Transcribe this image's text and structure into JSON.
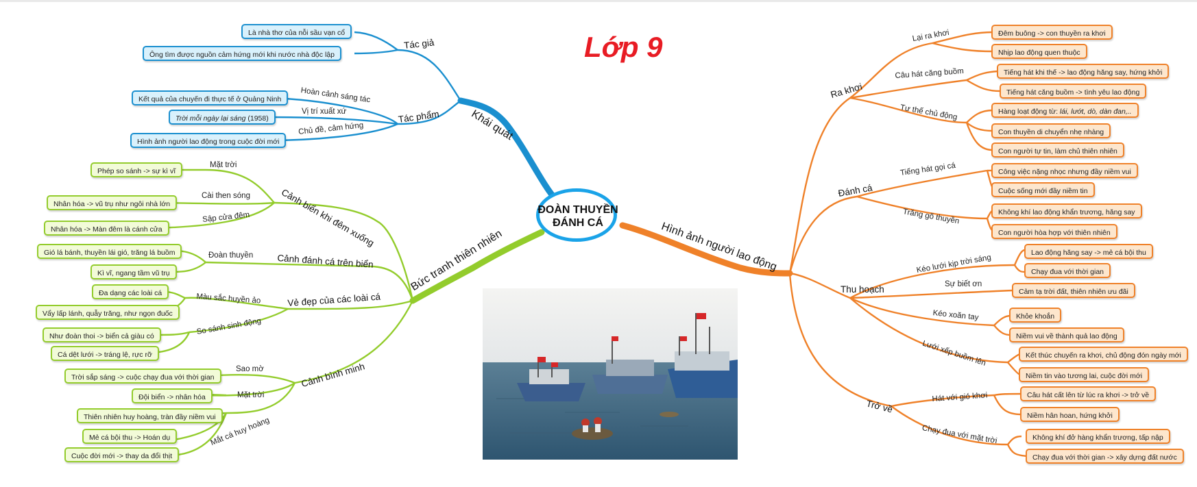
{
  "title": "Lớp 9",
  "center": {
    "label": "ĐOÀN THUYỀN\nĐÁNH CÁ"
  },
  "colors": {
    "blue": "#1a8fcf",
    "green": "#93cc2c",
    "orange": "#ef8129",
    "title": "#e81c24",
    "center_ring": "#1aa3e8"
  },
  "photo": {
    "icon": "photo-fishing-boats"
  },
  "branches": {
    "khai_quat": {
      "label": "Khái quát",
      "tac_gia": {
        "label": "Tác giả",
        "leaves": [
          "Là nhà thơ của nỗi sầu vạn cổ",
          "Ông tìm được nguồn cảm hứng mới khi nước nhà độc lập"
        ]
      },
      "tac_pham": {
        "label": "Tác phẩm",
        "links": [
          "Hoàn cảnh sáng tác",
          "Vị trí xuất xứ",
          "Chủ đề, cảm hứng"
        ],
        "leaves": [
          "Kết quả của chuyến đi thực tế ở Quảng Ninh",
          "Trời mỗi ngày lại sáng",
          "(1958)",
          "Hình ảnh người lao động trong cuộc đời mới"
        ]
      }
    },
    "buc_tranh": {
      "label": "Bức tranh thiên nhiên",
      "canh_bien": {
        "label": "Cảnh biển khi đêm xuống",
        "links": [
          "Mặt trời",
          "Cài then sóng",
          "Sập cửa đêm"
        ],
        "leaves": [
          "Phép so sánh -> sự kì vĩ",
          "Nhân hóa -> vũ trụ như ngôi nhà lớn",
          "Nhân hóa -> Màn đêm là cánh cửa"
        ]
      },
      "canh_danh_ca": {
        "label": "Cảnh đánh cá trên biển",
        "links": [
          "Đoàn thuyền"
        ],
        "leaves": [
          "Gió lá bánh, thuyền lái gió, trăng lá buồm",
          "Kì vĩ, ngang tầm vũ trụ"
        ]
      },
      "ve_dep": {
        "label": "Vẻ đẹp của các loài cá",
        "links": [
          "Màu sắc huyền ảo",
          "So sánh sinh động"
        ],
        "leaves": [
          "Đa dạng các loài cá",
          "Vẩy lấp lánh, quẫy trăng, như ngọn đuốc",
          "Như đoàn thoi -> biển cả giàu có",
          "Cá dệt lưới -> tráng lệ, rực rỡ"
        ]
      },
      "canh_binh_minh": {
        "label": "Cảnh bình minh",
        "links": [
          "Sao mờ",
          "Mặt trời",
          "Mắt cá huy hoàng"
        ],
        "leaves": [
          "Trời sắp sáng -> cuộc chạy đua với thời gian",
          "Đội biển -> nhân hóa",
          "Thiên nhiên huy hoàng, tràn đầy niềm vui",
          "Mẻ cá bội thu -> Hoán dụ",
          "Cuộc đời mới -> thay da đổi thịt"
        ]
      }
    },
    "hinh_anh": {
      "label": "Hình ảnh người lao động",
      "ra_khoi": {
        "label": "Ra khơi",
        "links": [
          "Lại ra khơi",
          "Câu hát căng buồm",
          "Tư thế chủ động"
        ],
        "leaves": [
          "Đêm buông -> con thuyền ra khơi",
          "Nhịp lao động quen thuộc",
          "Tiếng hát khi thế -> lao động hăng say, hứng khởi",
          "Tiếng hát căng buồm -> tình yêu lao động",
          "Hàng loạt động từ: ",
          "lái, lướt, dò, dàn đan,..",
          "Con thuyền di chuyển nhẹ nhàng",
          "Con người tự tin, làm chủ thiên nhiên"
        ]
      },
      "danh_ca": {
        "label": "Đánh cá",
        "links": [
          "Tiếng hát gọi cá",
          "Trăng gõ thuyền"
        ],
        "leaves": [
          "Công việc nặng nhọc nhưng đầy niềm vui",
          "Cuộc sống mới đầy niềm tin",
          "Không khí lao động khẩn trương, hăng say",
          "Con người hòa hợp với thiên nhiên"
        ]
      },
      "thu_hoach": {
        "label": "Thu hoạch",
        "links": [
          "Kéo lưới kịp trời sáng",
          "Sự biết ơn",
          "Kéo xoăn tay",
          "Lưới xếp buồm lên"
        ],
        "leaves": [
          "Lao động hăng say -> mẻ cá bội thu",
          "Chạy đua với thời gian",
          "Cảm tạ trời đất, thiên nhiên ưu đãi",
          "Khỏe khoắn",
          "Niềm vui về thành quả lao động",
          "Kết thúc chuyến ra khơi, chủ động đón ngày mới",
          "Niềm tin vào tương lai, cuộc đời mới"
        ]
      },
      "tro_ve": {
        "label": "Trở về",
        "links": [
          "Hát với gió khơi",
          "Chạy đua với mặt trời"
        ],
        "leaves": [
          "Câu hát cất lên từ lúc ra khơi -> trở về",
          "Niềm hân hoan, hứng khởi",
          "Không khí đở hàng khẩn trương, tấp nập",
          "Chạy đua với thời gian -> xây dựng đất nước"
        ]
      }
    }
  }
}
